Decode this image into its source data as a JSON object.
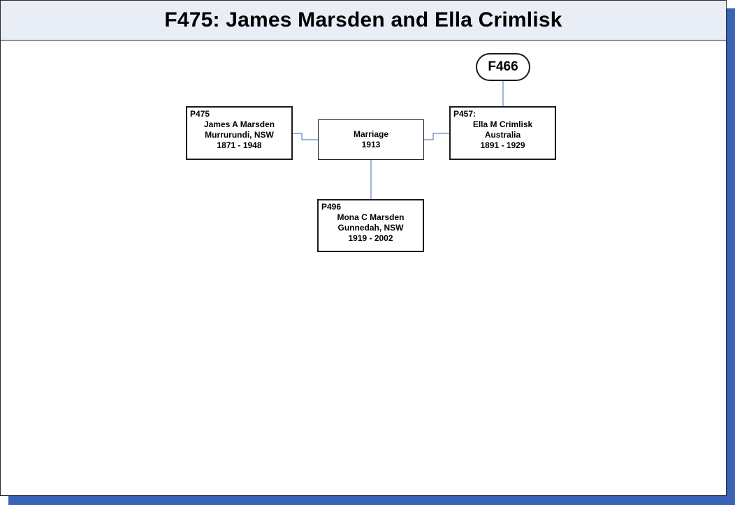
{
  "title": "F475: James Marsden and Ella Crimlisk",
  "parent_family": {
    "label": "F466"
  },
  "husband": {
    "id": "P475",
    "name": "James A Marsden",
    "place": "Murrurundi, NSW",
    "years": "1871 - 1948"
  },
  "wife": {
    "id": "P457:",
    "name": "Ella M Crimlisk",
    "place": "Australia",
    "years": "1891 - 1929"
  },
  "marriage": {
    "label": "Marriage",
    "year": "1913"
  },
  "child": {
    "id": "P496",
    "name": "Mona C Marsden",
    "place": "Gunnedah, NSW",
    "years": "1919 - 2002"
  },
  "colors": {
    "connector": "#5b87c8",
    "shadow": "#3a62b5",
    "title_bg": "#e9edf6"
  }
}
